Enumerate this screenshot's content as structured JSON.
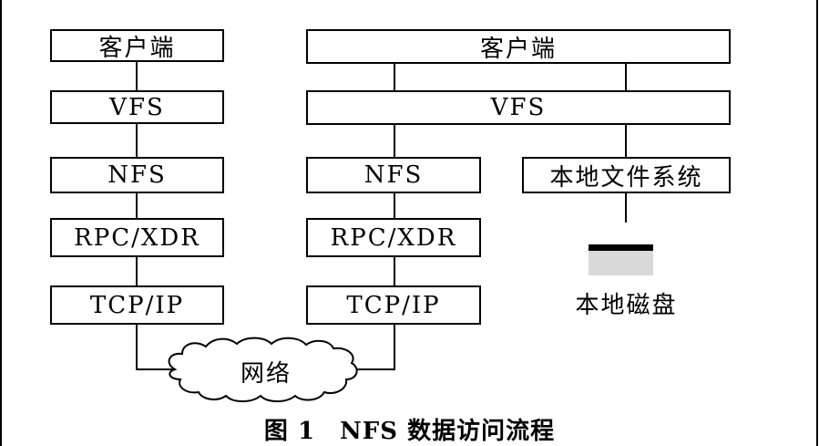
{
  "left_stack": {
    "client": "客户端",
    "vfs": "VFS",
    "nfs": "NFS",
    "rpc": "RPC/XDR",
    "tcp": "TCP/IP"
  },
  "right_stack": {
    "client": "客户端",
    "vfs": "VFS",
    "nfs": "NFS",
    "rpc": "RPC/XDR",
    "tcp": "TCP/IP",
    "local_fs": "本地文件系统",
    "local_disk": "本地磁盘"
  },
  "network": "网络",
  "caption": "图 1　NFS 数据访问流程",
  "colors": {
    "line": "#000000",
    "disk_stripe": "#000000",
    "disk_body": "#d9d9d9"
  }
}
